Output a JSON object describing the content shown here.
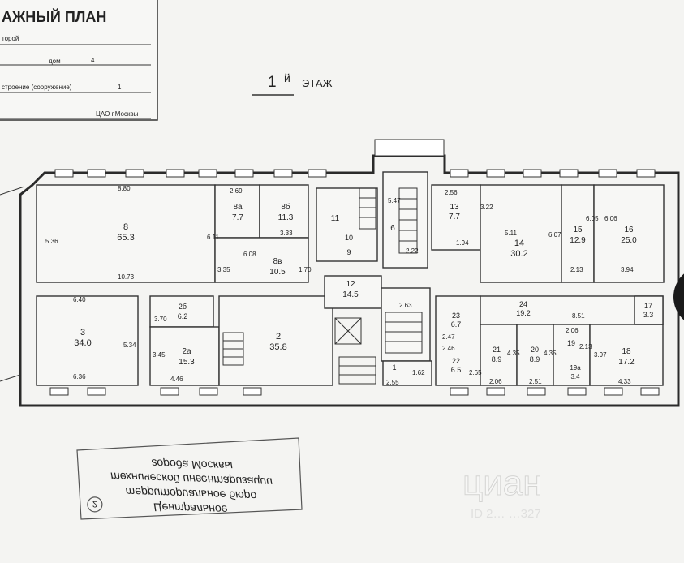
{
  "title_block": {
    "heading": "АЖНЫЙ ПЛАН",
    "field_district": "торой",
    "field_house_label": "дом",
    "field_house_value": "4",
    "field_building_label": "строение (сооружение)",
    "field_building_value": "1",
    "field_district_name": "ЦАО г.Москвы"
  },
  "floor_label": {
    "number": "1",
    "suffix": "й",
    "word": "ЭТАЖ"
  },
  "rooms": [
    {
      "id": "r8",
      "no": "8",
      "area": "65.3"
    },
    {
      "id": "r8a",
      "no": "8а",
      "area": "7.7"
    },
    {
      "id": "r8b",
      "no": "8б",
      "area": "11.3"
    },
    {
      "id": "r8v",
      "no": "8в",
      "area": "10.5"
    },
    {
      "id": "r11",
      "no": "11",
      "area": ""
    },
    {
      "id": "r10",
      "no": "10",
      "area": ""
    },
    {
      "id": "r9",
      "no": "9",
      "area": ""
    },
    {
      "id": "r6",
      "no": "6",
      "area": ""
    },
    {
      "id": "r13",
      "no": "13",
      "area": "7.7"
    },
    {
      "id": "r14",
      "no": "14",
      "area": "30.2"
    },
    {
      "id": "r15",
      "no": "15",
      "area": "12.9"
    },
    {
      "id": "r16",
      "no": "16",
      "area": "25.0"
    },
    {
      "id": "r3",
      "no": "3",
      "area": "34.0"
    },
    {
      "id": "r2b",
      "no": "2б",
      "area": "6.2"
    },
    {
      "id": "r2a",
      "no": "2а",
      "area": "15.3"
    },
    {
      "id": "r2",
      "no": "2",
      "area": "35.8"
    },
    {
      "id": "r12",
      "no": "12",
      "area": "14.5"
    },
    {
      "id": "r1",
      "no": "1",
      "area": ""
    },
    {
      "id": "r23",
      "no": "23",
      "area": "6.7"
    },
    {
      "id": "r22",
      "no": "22",
      "area": "6.5"
    },
    {
      "id": "r24",
      "no": "24",
      "area": "19.2"
    },
    {
      "id": "r21",
      "no": "21",
      "area": "8.9"
    },
    {
      "id": "r20",
      "no": "20",
      "area": "8.9"
    },
    {
      "id": "r19",
      "no": "19",
      "area": ""
    },
    {
      "id": "r19a",
      "no": "19а",
      "area": "3.4"
    },
    {
      "id": "r18",
      "no": "18",
      "area": "17.2"
    },
    {
      "id": "r17",
      "no": "17",
      "area": "3.3"
    }
  ],
  "dimensions": [
    "8.80",
    "5.36",
    "6.11",
    "10.73",
    "2.69",
    "3.33",
    "6.08",
    "3.35",
    "1.70",
    "5.47",
    "2.22",
    "2.56",
    "3.22",
    "1.94",
    "5.11",
    "6.07",
    "6.05",
    "6.06",
    "2.13",
    "3.94",
    "6.40",
    "3.70",
    "5.34",
    "3.45",
    "4.46",
    "6.36",
    "2.63",
    "2.55",
    "1.62",
    "2.47",
    "2.46",
    "2.65",
    "4.35",
    "4.35",
    "2.13",
    "3.97",
    "2.06",
    "2.51",
    "4.33",
    "8.51",
    "2.06"
  ],
  "stamp": {
    "line1": "Центральное",
    "line2": "территориальное бюро",
    "line3": "технической инвентаризации",
    "line4": "города Москвы",
    "number": "2"
  },
  "watermark": {
    "brand": "циан",
    "id_text": "ID 2… …327"
  }
}
